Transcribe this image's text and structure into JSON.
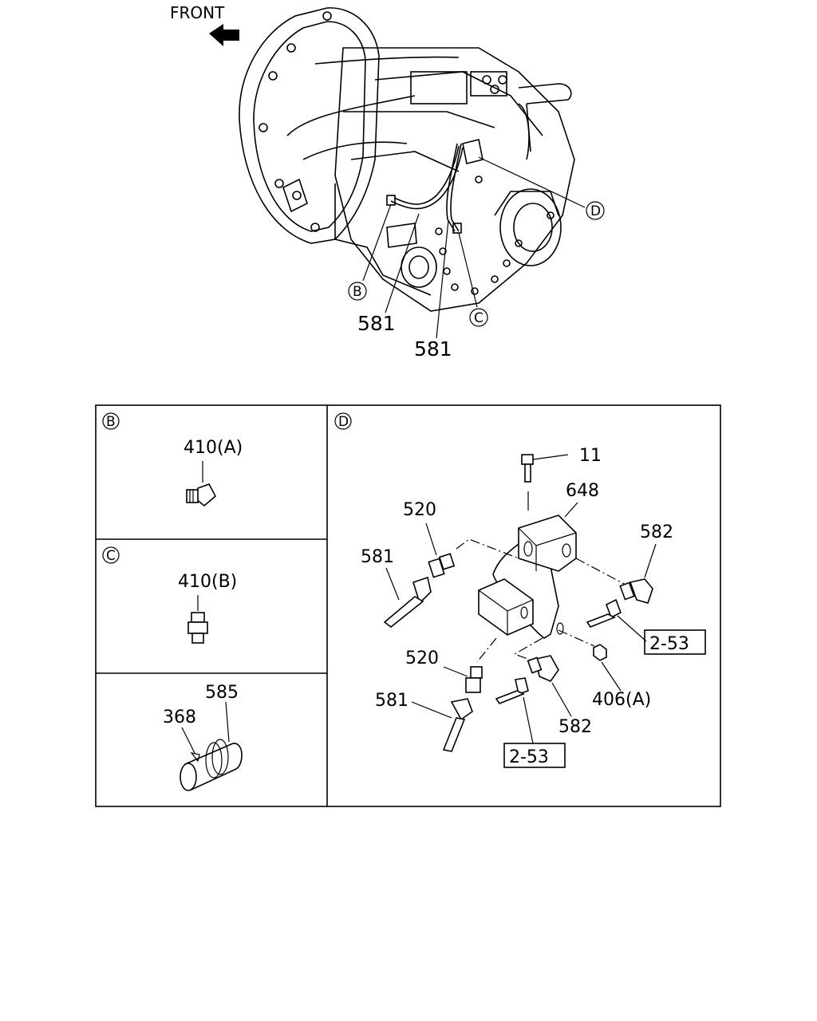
{
  "top": {
    "front_label": "FRONT",
    "callouts": {
      "b": "B",
      "c": "C",
      "d": "D"
    },
    "part_numbers": {
      "hose_left": "581",
      "hose_right": "581"
    }
  },
  "panels": {
    "b": {
      "circle_letter": "B",
      "part": "410(A)"
    },
    "c": {
      "circle_letter": "C",
      "part": "410(B)"
    },
    "e": {
      "part_a": "585",
      "part_b": "368"
    },
    "d": {
      "circle_letter": "D",
      "labels": {
        "bolt": "11",
        "bracket": "648",
        "connector_upper": "520",
        "hose_upper": "581",
        "elbow_right": "582",
        "ref_right": "2-53",
        "connector_lower": "520",
        "hose_lower": "581",
        "nut": "406(A)",
        "elbow_lower": "582",
        "ref_lower": "2-53"
      }
    }
  }
}
